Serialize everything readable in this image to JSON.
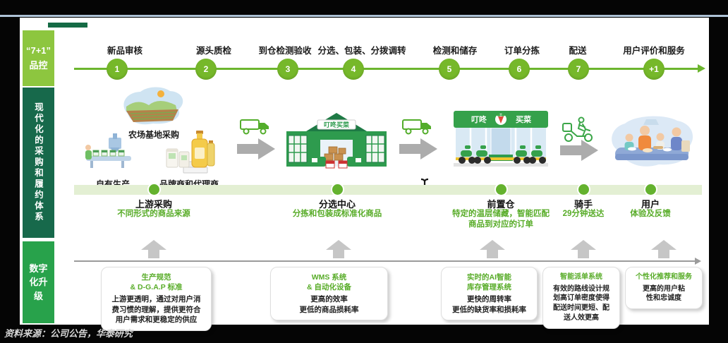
{
  "sidebar": {
    "quality_label": "“7+1”\n品控",
    "system_label": "现代化的采购和履约体系",
    "digital_label": "数字化升级"
  },
  "process": {
    "steps": [
      {
        "num": "1",
        "label": "新品审核"
      },
      {
        "num": "2",
        "label": "源头质检"
      },
      {
        "num": "3",
        "label": "到仓检测验收"
      },
      {
        "num": "4",
        "label": "分选、包装、分拨调转"
      },
      {
        "num": "5",
        "label": "检测和储存"
      },
      {
        "num": "6",
        "label": "订单分拣"
      },
      {
        "num": "7",
        "label": "配送"
      },
      {
        "num": "+1",
        "label": "用户评价和服务"
      }
    ]
  },
  "sources": {
    "farm": "农场基地采购",
    "own_production": "自有生产",
    "brand_agents": "品牌商和代理商"
  },
  "brand": {
    "name": "叮咚买菜"
  },
  "stations": [
    {
      "name": "上游采购",
      "desc": "不同形式的商品来源"
    },
    {
      "name": "分选中心",
      "desc": "分拣和包装成标准化商品"
    },
    {
      "name": "前置仓",
      "desc": "特定的温层储藏，智能匹配\n商品到对应的订单"
    },
    {
      "name": "骑手",
      "desc": "29分钟送达"
    },
    {
      "name": "用户",
      "desc": "体验及反馈"
    }
  ],
  "upgrades": [
    {
      "title": "生产规范\n& D-G.A.P 标准",
      "body": "上游更透明，通过对用户消\n费习惯的理解，提供更符合\n用户需求和更稳定的供应"
    },
    {
      "title": "WMS 系统\n& 自动化设备",
      "body": "更高的效率\n更低的商品损耗率"
    },
    {
      "title": "实时的AI智能\n库存管理系统",
      "body": "更快的周转率\n更低的缺货率和损耗率"
    },
    {
      "title": "智能派单系统",
      "body": "有效的路线设计规\n划高订单密度使得\n配送时间更短、配\n送人效更高"
    },
    {
      "title": "个性化推荐和服务",
      "body": "更高的用户粘\n性和忠诚度"
    }
  ],
  "footer": {
    "source_note": "资料来源：公司公告，华泰研究"
  },
  "colors": {
    "accent_green": "#76B82A",
    "light_green_box": "#8DC63F",
    "dark_green_box": "#17694B",
    "mid_green_box": "#28A24B",
    "timeline_band": "#E3EFD3",
    "green_text": "#58AC28",
    "gray_arrow": "#ACACAC",
    "top_rule_blue": "#AEC2D6"
  },
  "icons": {
    "farm": "farm-scene-icon",
    "factory": "production-line-icon",
    "goods": "packaged-goods-icon",
    "truck": "delivery-truck-icon",
    "stage_arrow": "arrow-right-icon",
    "warehouse": "sorting-center-icon",
    "storefront": "frontline-store-icon",
    "rider": "delivery-rider-icon",
    "family": "family-cooking-icon",
    "cursor": "text-cursor-icon"
  }
}
